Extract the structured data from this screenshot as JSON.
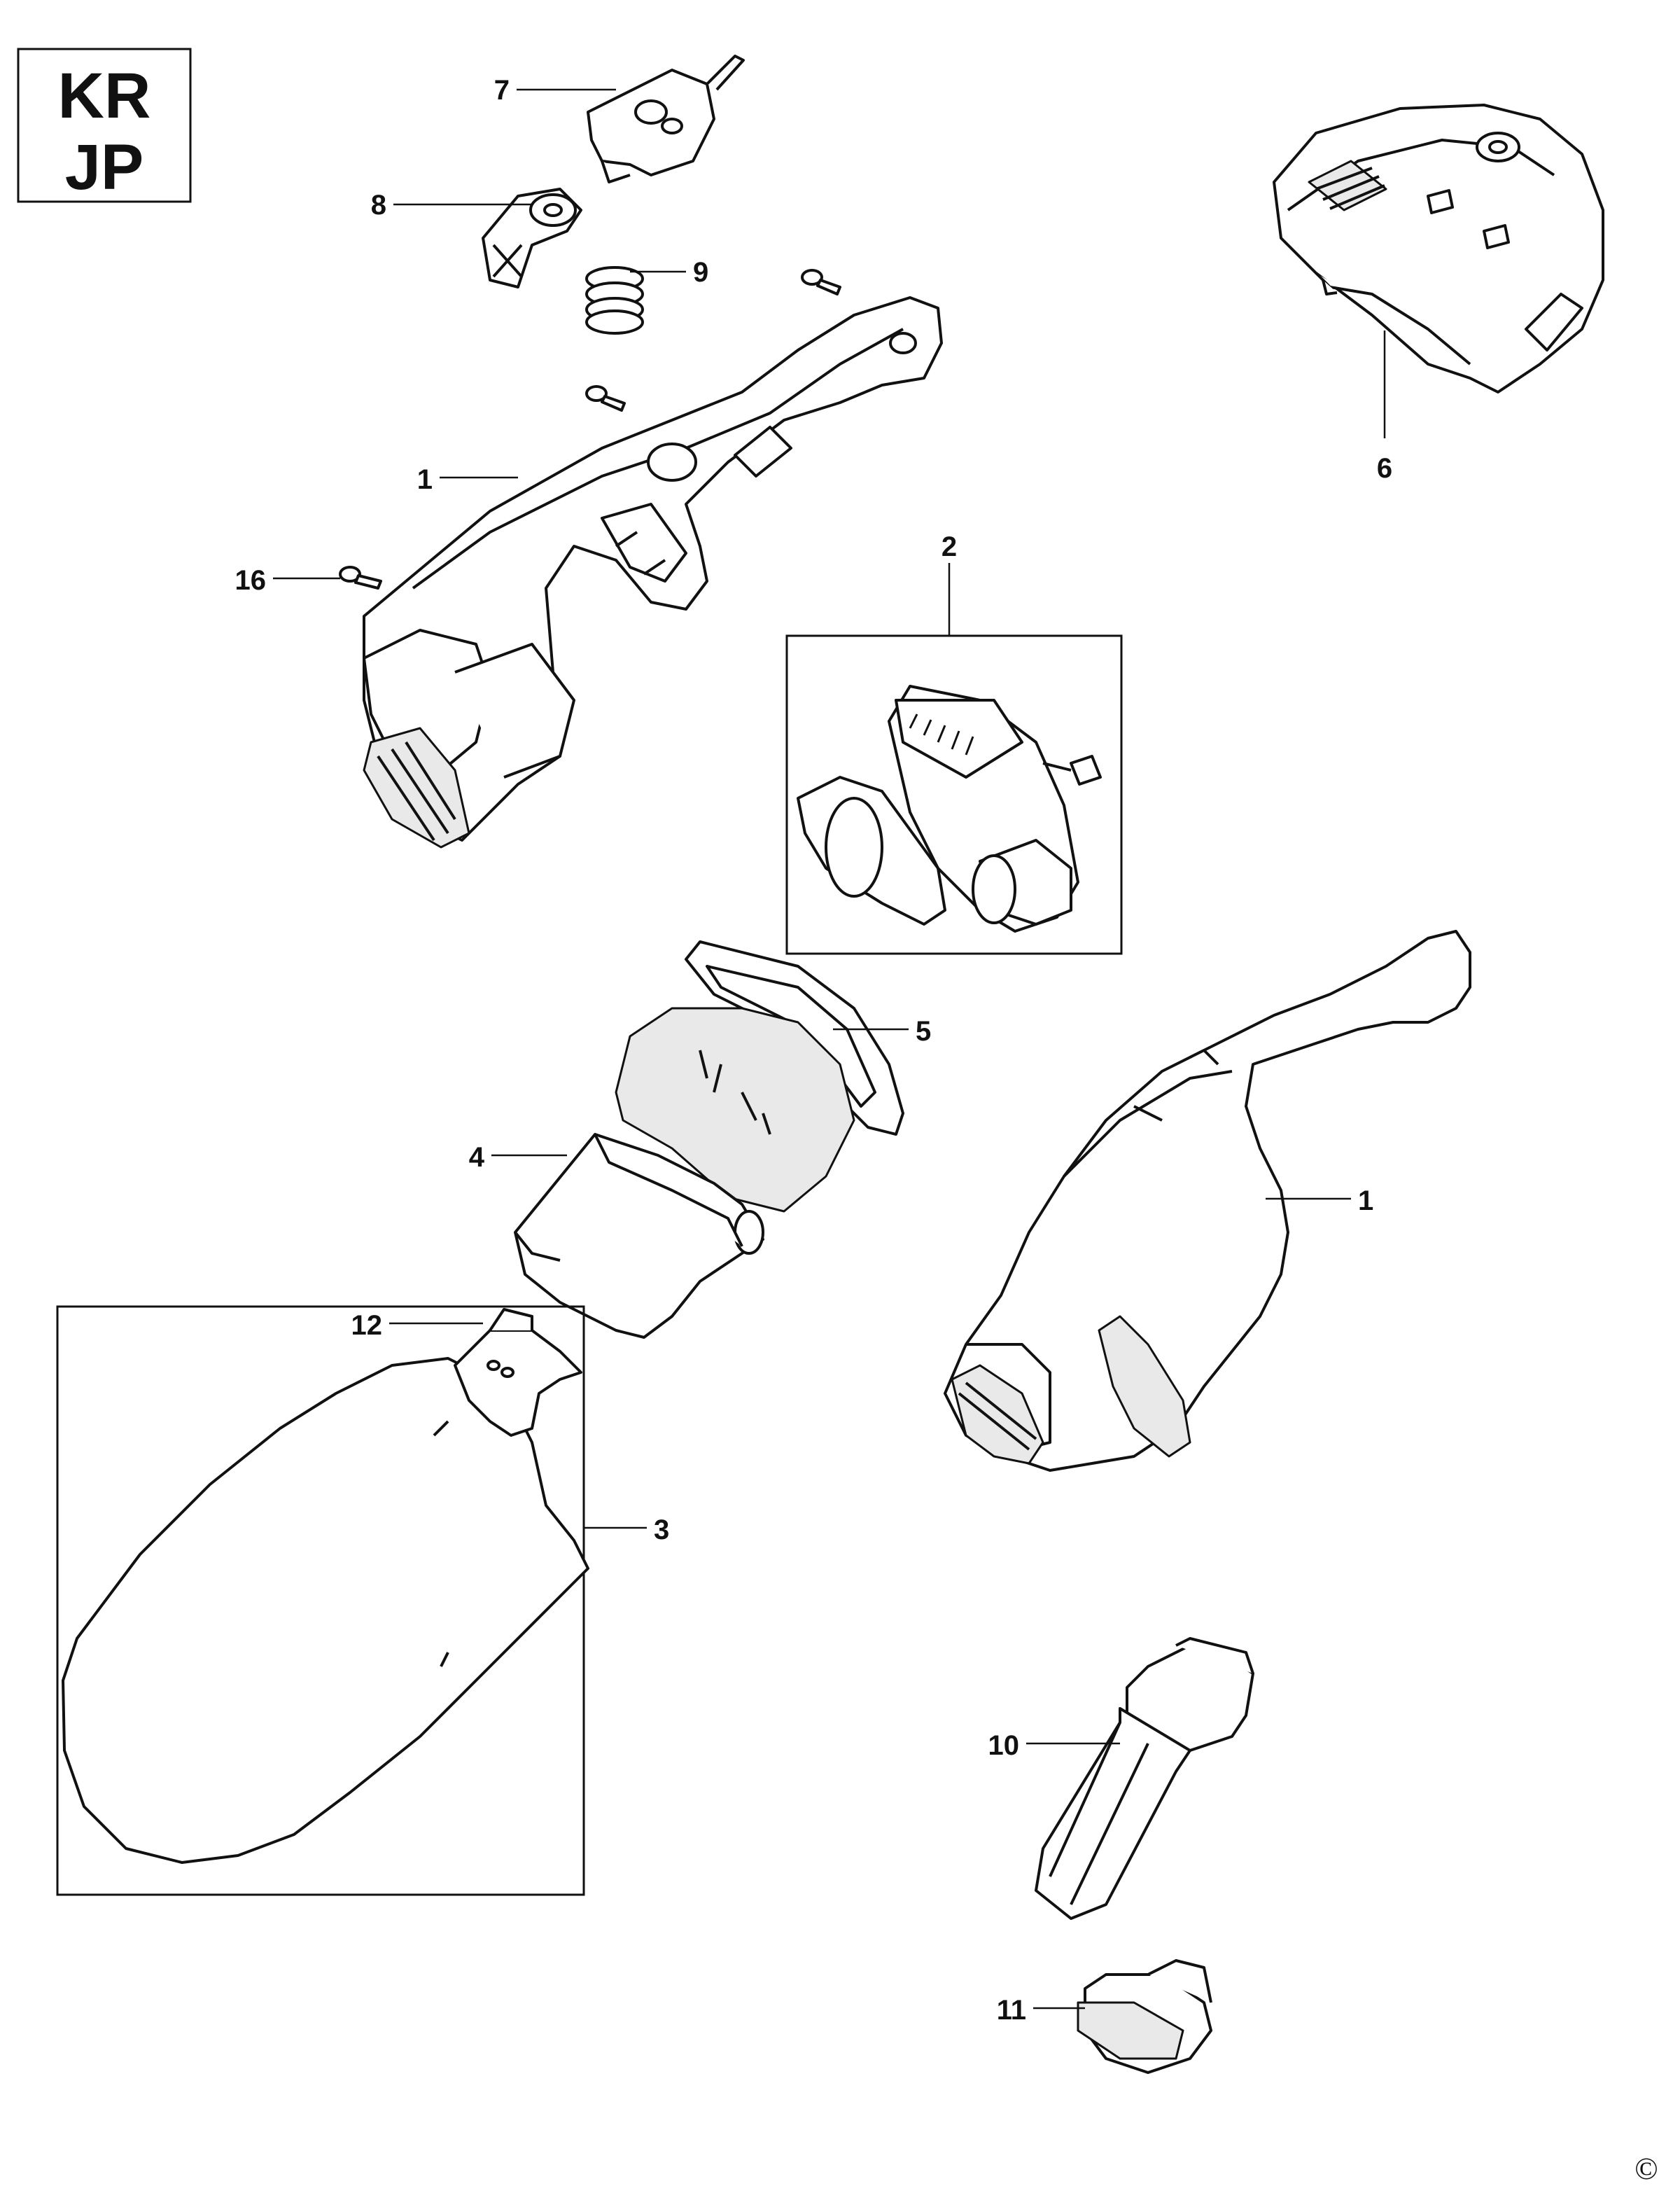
{
  "region_codes": {
    "line1": "KR",
    "line2": "JP"
  },
  "copyright_symbol": "©",
  "callouts": {
    "c7": "7",
    "c8": "8",
    "c9": "9",
    "c6": "6",
    "c1_top": "1",
    "c16": "16",
    "c2": "2",
    "c5": "5",
    "c4": "4",
    "c1_right": "1",
    "c12": "12",
    "c3": "3",
    "c10": "10",
    "c11": "11"
  }
}
